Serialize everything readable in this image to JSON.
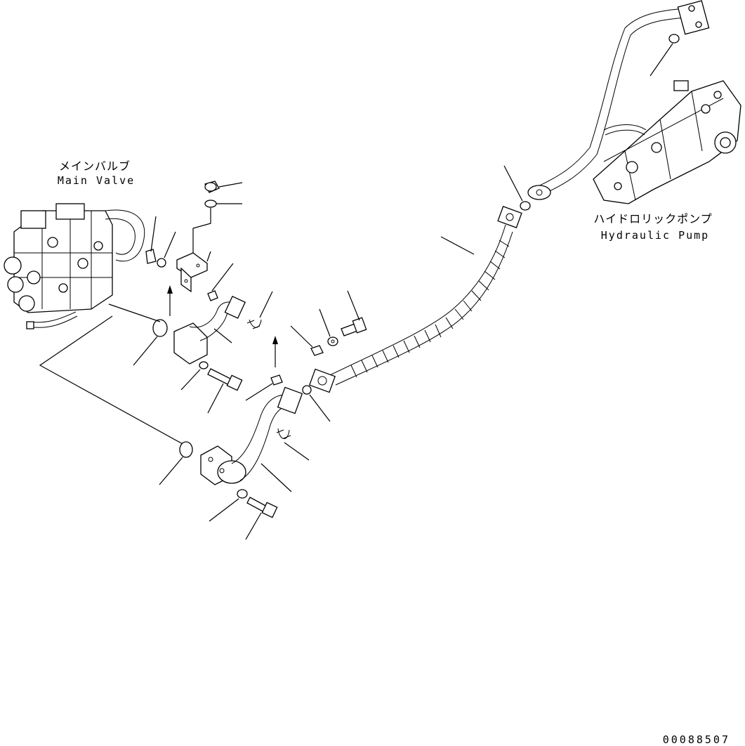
{
  "labels": {
    "main_valve_jp": "メインバルブ",
    "main_valve_en": "Main Valve",
    "pump_jp": "ハイドロリックポンプ",
    "pump_en": "Hydraulic Pump",
    "drawing_code": "00088507"
  },
  "icons": [
    "main-valve-assembly",
    "hydraulic-pump-assembly",
    "hose-with-spiral-guard",
    "tube-assembly",
    "split-flange",
    "bolt",
    "washer",
    "o-ring",
    "u-bolt",
    "bracket",
    "clamp",
    "nut",
    "direction-arrow"
  ]
}
